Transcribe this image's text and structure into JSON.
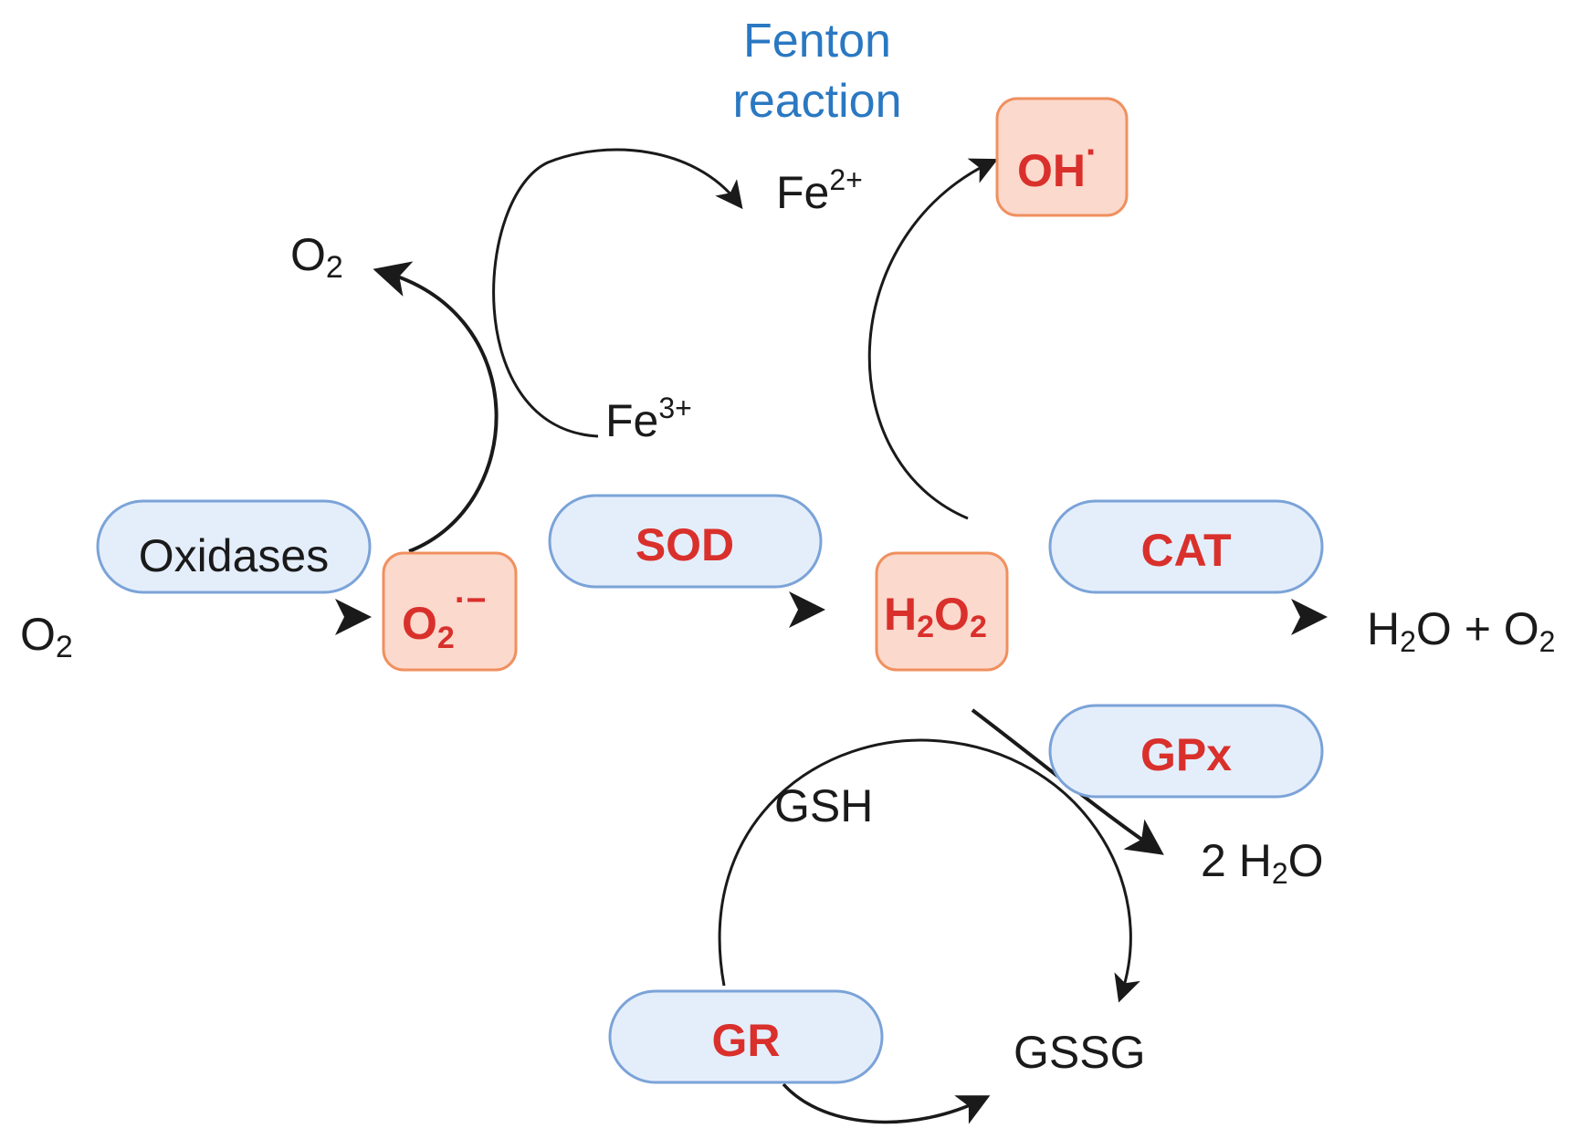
{
  "title": {
    "line1": "Fenton",
    "line2": "reaction",
    "color": "#2a78c2"
  },
  "colors": {
    "enzyme_fill": "#e4eefb",
    "enzyme_stroke": "#7ba3d8",
    "species_fill": "#fbd9cd",
    "species_stroke": "#f0905f",
    "highlight_text": "#d9302c",
    "line": "#1a1a1a"
  },
  "enzymes": {
    "oxidases": "Oxidases",
    "sod": "SOD",
    "cat": "CAT",
    "gpx": "GPx",
    "gr": "GR"
  },
  "species": {
    "superoxide": {
      "base": "O",
      "sub": "2",
      "sup": "·−"
    },
    "hydrogen_peroxide": {
      "base1": "H",
      "sub1": "2",
      "base2": "O",
      "sub2": "2"
    },
    "hydroxyl": {
      "base": "OH",
      "sup": "·"
    }
  },
  "labels": {
    "o2_left": {
      "base": "O",
      "sub": "2"
    },
    "o2_top": {
      "base": "O",
      "sub": "2"
    },
    "fe2": {
      "base": "Fe",
      "sup": "2+"
    },
    "fe3": {
      "base": "Fe",
      "sup": "3+"
    },
    "water_oxygen": {
      "h": "H",
      "sub1": "2",
      "mid": "O + O",
      "sub2": "2"
    },
    "two_water": {
      "pre": "2 H",
      "sub": "2",
      "post": "O"
    },
    "gsh": "GSH",
    "gssg": "GSSG"
  }
}
